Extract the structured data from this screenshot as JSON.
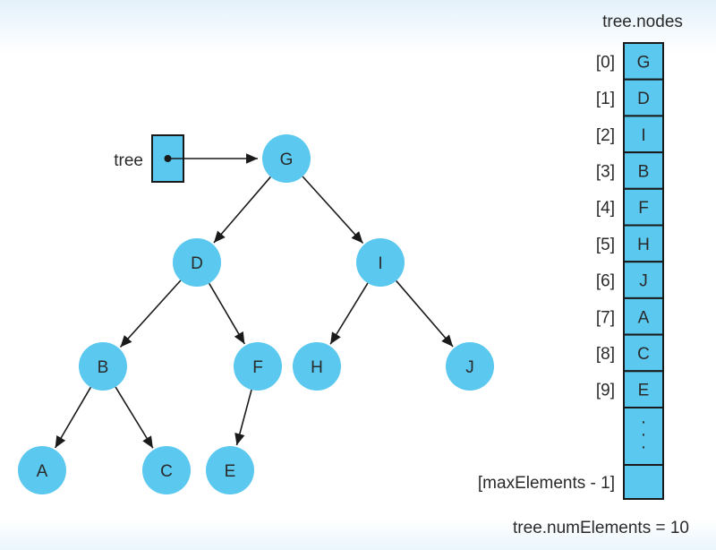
{
  "colors": {
    "node_fill": "#5bc8f0",
    "cell_fill": "#5bc8f0",
    "stroke": "#1a1a1a",
    "text": "#2a2a2a"
  },
  "tree_pointer": {
    "label": "tree"
  },
  "tree_nodes": [
    {
      "id": "G",
      "label": "G"
    },
    {
      "id": "D",
      "label": "D"
    },
    {
      "id": "I",
      "label": "I"
    },
    {
      "id": "B",
      "label": "B"
    },
    {
      "id": "F",
      "label": "F"
    },
    {
      "id": "H",
      "label": "H"
    },
    {
      "id": "J",
      "label": "J"
    },
    {
      "id": "A",
      "label": "A"
    },
    {
      "id": "C",
      "label": "C"
    },
    {
      "id": "E",
      "label": "E"
    }
  ],
  "tree_edges": [
    {
      "from": "G",
      "to": "D"
    },
    {
      "from": "G",
      "to": "I"
    },
    {
      "from": "D",
      "to": "B"
    },
    {
      "from": "D",
      "to": "F"
    },
    {
      "from": "I",
      "to": "H"
    },
    {
      "from": "I",
      "to": "J"
    },
    {
      "from": "B",
      "to": "A"
    },
    {
      "from": "B",
      "to": "C"
    },
    {
      "from": "F",
      "to": "E"
    }
  ],
  "array": {
    "title": "tree.nodes",
    "cells": [
      {
        "index": "[0]",
        "value": "G"
      },
      {
        "index": "[1]",
        "value": "D"
      },
      {
        "index": "[2]",
        "value": "I"
      },
      {
        "index": "[3]",
        "value": "B"
      },
      {
        "index": "[4]",
        "value": "F"
      },
      {
        "index": "[5]",
        "value": "H"
      },
      {
        "index": "[6]",
        "value": "J"
      },
      {
        "index": "[7]",
        "value": "A"
      },
      {
        "index": "[8]",
        "value": "C"
      },
      {
        "index": "[9]",
        "value": "E"
      }
    ],
    "ellipsis": "·\n·\n·",
    "last_index": "[maxElements - 1]",
    "last_value": ""
  },
  "footer": {
    "num_elements_text": "tree.numElements = 10"
  }
}
